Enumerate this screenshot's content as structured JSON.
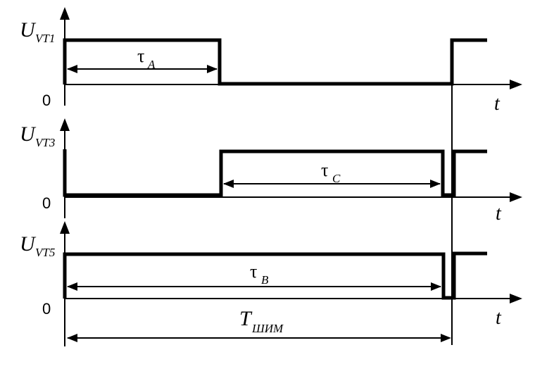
{
  "diagram": {
    "title": "PWM switching timing diagram",
    "traces": [
      {
        "id": "vt1",
        "y_label_main": "U",
        "y_label_sub": "VT1",
        "zero_label": "0",
        "t_label": "t",
        "interval_label_main": "τ",
        "interval_label_sub": "A"
      },
      {
        "id": "vt3",
        "y_label_main": "U",
        "y_label_sub": "VT3",
        "zero_label": "0",
        "t_label": "t",
        "interval_label_main": "τ",
        "interval_label_sub": "C"
      },
      {
        "id": "vt5",
        "y_label_main": "U",
        "y_label_sub": "VT5",
        "zero_label": "0",
        "t_label": "t",
        "interval_label_main": "τ",
        "interval_label_sub": "B"
      }
    ],
    "period_label_main": "T",
    "period_label_sub": "ШИМ"
  }
}
